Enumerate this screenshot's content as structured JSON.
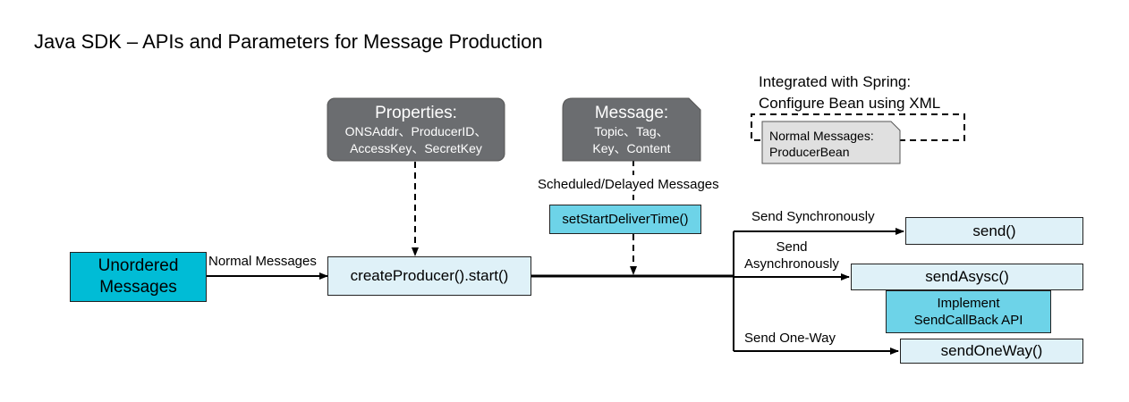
{
  "title": "Java SDK – APIs and Parameters for Message Production",
  "unordered": {
    "line1": "Unordered",
    "line2": "Messages"
  },
  "normal_messages_label": "Normal Messages",
  "create_producer": "createProducer().start()",
  "properties": {
    "heading": "Properties:",
    "line1": "ONSAddr、ProducerID、",
    "line2": "AccessKey、SecretKey"
  },
  "message": {
    "heading": "Message:",
    "line1": "Topic、Tag、",
    "line2": "Key、Content"
  },
  "scheduled_label": "Scheduled/Delayed Messages",
  "set_start_deliver_time": "setStartDeliverTime()",
  "spring": {
    "line1": "Integrated with Spring:",
    "line2": "Configure Bean using XML"
  },
  "producer_bean": {
    "line1": "Normal Messages:",
    "line2": "ProducerBean"
  },
  "send_sync": {
    "label": "Send Synchronously",
    "method": "send()"
  },
  "send_async": {
    "label1": "Send",
    "label2": "Asynchronously",
    "method": "sendAsysc()"
  },
  "callback": {
    "line1": "Implement",
    "line2": "SendCallBack API"
  },
  "send_oneway": {
    "label": "Send One-Way",
    "method": "sendOneWay()"
  }
}
